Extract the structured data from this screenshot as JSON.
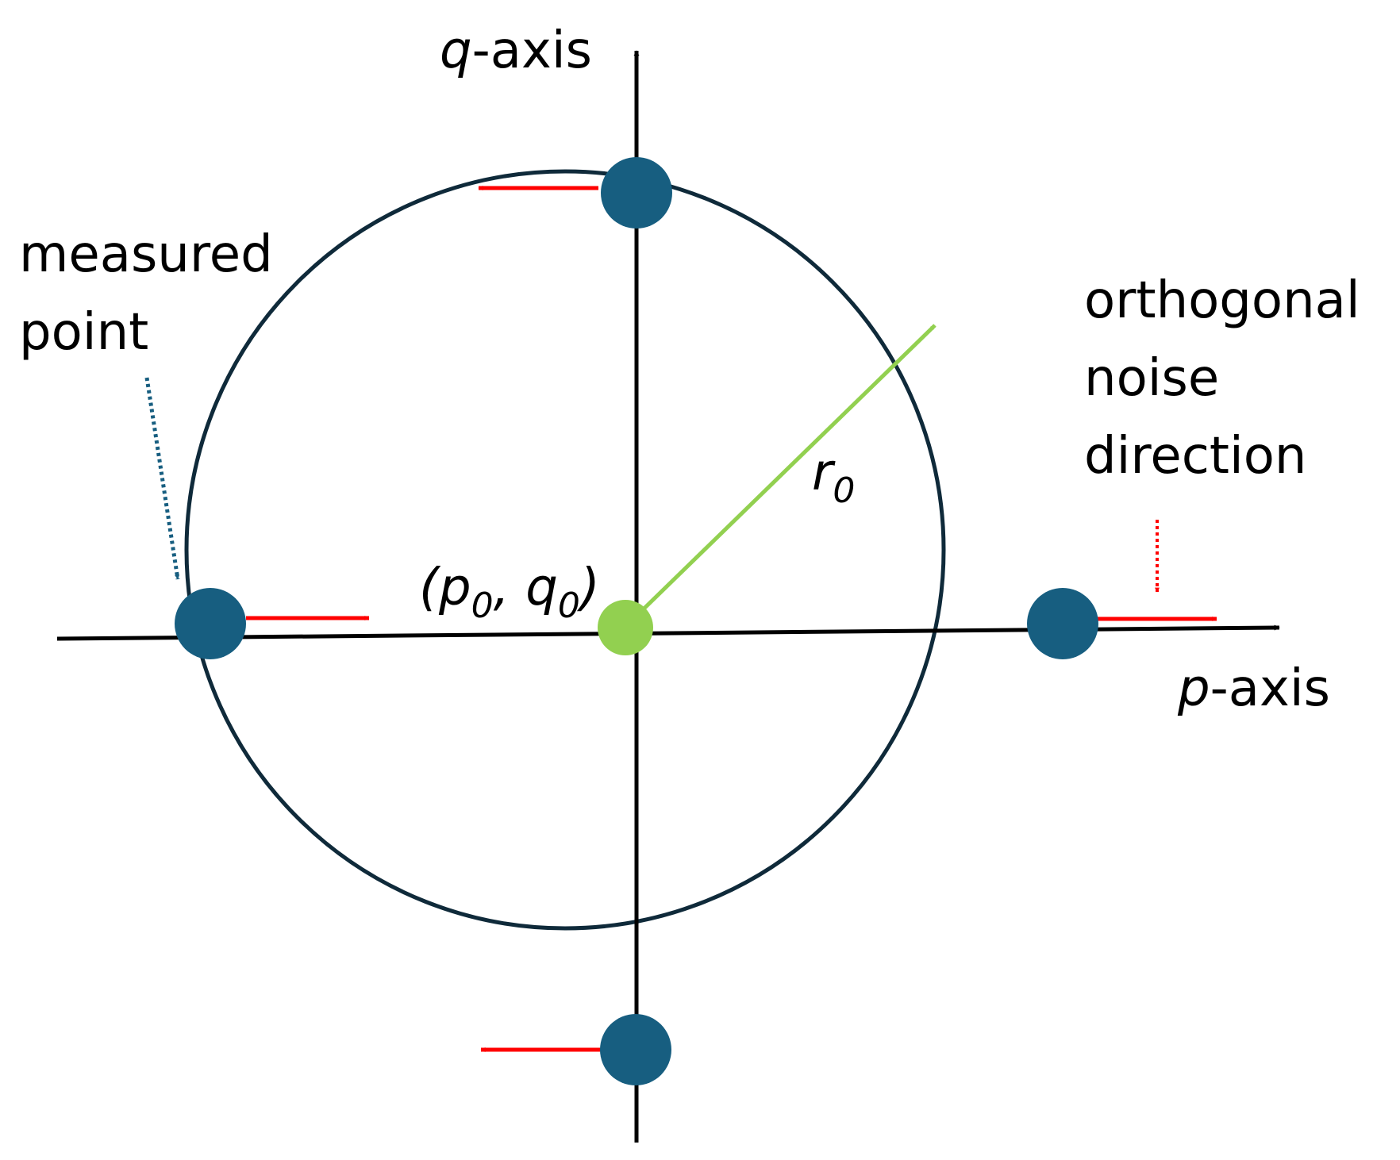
{
  "colors": {
    "axis": "#000000",
    "circle": "#0f2a3a",
    "measured_point": "#175e80",
    "center_point": "#92d050",
    "radius_arrow": "#92d050",
    "noise_arrow": "#ff0000",
    "pointer_measured": "#175e80",
    "pointer_noise": "#ff0000"
  },
  "labels": {
    "q_axis_var": "q",
    "q_axis_suffix": "-axis",
    "p_axis_var": "p",
    "p_axis_suffix": "-axis",
    "radius_var": "r",
    "radius_sub": "0",
    "center_open": "(p",
    "center_sub1": "0",
    "center_mid": ", q",
    "center_sub2": "0",
    "center_close": ")",
    "measured_line1": "measured",
    "measured_line2": "point",
    "noise_line1": "orthogonal",
    "noise_line2": "noise",
    "noise_line3": "direction"
  },
  "icons": {
    "measured_point_marker": "filled-circle-icon",
    "center_marker": "filled-circle-icon",
    "noise_arrow": "arrow-right-icon"
  }
}
